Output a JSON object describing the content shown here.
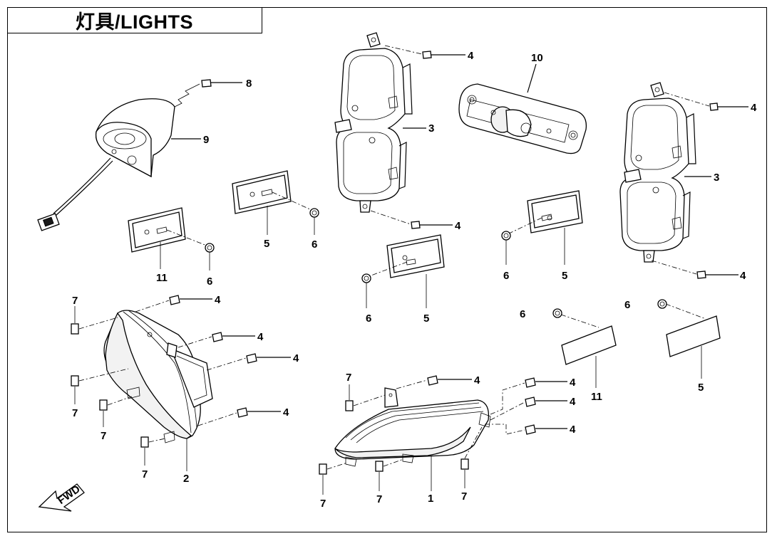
{
  "title": "灯具/LIGHTS",
  "direction_marker": "FWD",
  "callouts": {
    "c1": "1",
    "c2": "2",
    "c3a": "3",
    "c3b": "3",
    "c4a": "4",
    "c4b": "4",
    "c4c": "4",
    "c4d": "4",
    "c4e": "4",
    "c4f": "4",
    "c4g": "4",
    "c4h": "4",
    "c4i": "4",
    "c4j": "4",
    "c4k": "4",
    "c4l": "4",
    "c5a": "5",
    "c5b": "5",
    "c5c": "5",
    "c5d": "5",
    "c6a": "6",
    "c6b": "6",
    "c6c": "6",
    "c6d": "6",
    "c6e": "6",
    "c6f": "6",
    "c7a": "7",
    "c7b": "7",
    "c7c": "7",
    "c7d": "7",
    "c7e": "7",
    "c7f": "7",
    "c7g": "7",
    "c8": "8",
    "c9": "9",
    "c10": "10",
    "c11a": "11",
    "c11b": "11"
  }
}
